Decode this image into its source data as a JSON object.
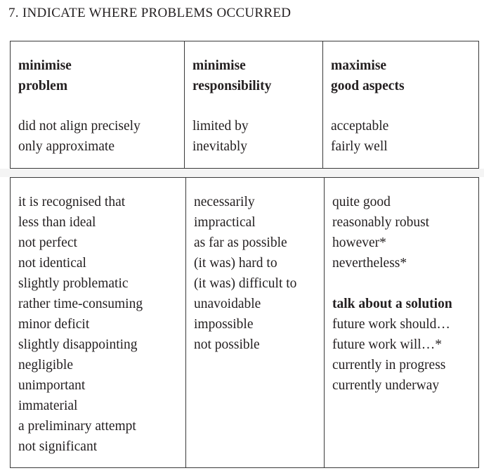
{
  "heading": "7. INDICATE WHERE PROBLEMS OCCURRED",
  "top_table": {
    "columns": [
      {
        "header": [
          "minimise",
          "problem"
        ],
        "items": [
          "did not align precisely",
          "only approximate"
        ]
      },
      {
        "header": [
          "minimise",
          "responsibility"
        ],
        "items": [
          "limited by",
          "inevitably"
        ]
      },
      {
        "header": [
          "maximise",
          "good aspects"
        ],
        "items": [
          "acceptable",
          "fairly well"
        ]
      }
    ]
  },
  "bottom_table": {
    "col1": [
      "it is recognised that",
      "less than ideal",
      "not perfect",
      "not identical",
      "slightly problematic",
      "rather time-consuming",
      "minor deficit",
      "slightly disappointing",
      "negligible",
      "unimportant",
      "immaterial",
      "a preliminary attempt",
      "not significant"
    ],
    "col2": [
      "necessarily",
      "impractical",
      "as far as possible",
      "(it was) hard to",
      "(it was) difficult to",
      "unavoidable",
      "impossible",
      "not possible"
    ],
    "col3_top": [
      "quite good",
      "reasonably robust",
      "however*",
      "nevertheless*"
    ],
    "col3_subheading": "talk about a solution",
    "col3_bottom": [
      "future work should…",
      "future work will…*",
      "currently in progress",
      "currently underway"
    ]
  }
}
